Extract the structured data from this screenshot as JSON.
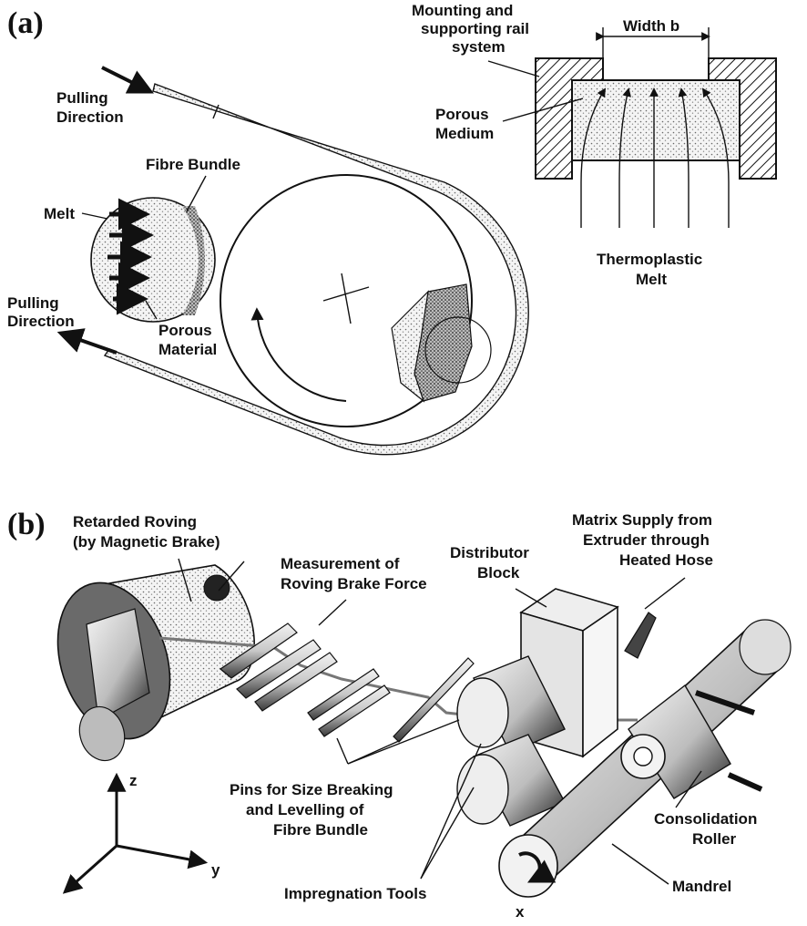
{
  "panel_a": {
    "label": "(a)",
    "pulling_direction_top": [
      "Pulling",
      "Direction"
    ],
    "pulling_direction_bottom": [
      "Pulling",
      "Direction"
    ],
    "fibre_bundle": "Fibre Bundle",
    "melt": "Melt",
    "porous_material": [
      "Porous",
      "Material"
    ],
    "mounting": [
      "Mounting and",
      "supporting rail",
      "system"
    ],
    "width": "Width b",
    "porous_medium": [
      "Porous",
      "Medium"
    ],
    "thermoplastic_melt": [
      "Thermoplastic",
      "Melt"
    ]
  },
  "panel_b": {
    "label": "(b)",
    "retarded_roving": [
      "Retarded Roving",
      "(by Magnetic Brake)"
    ],
    "measurement": [
      "Measurement of",
      "Roving Brake Force"
    ],
    "distributor": [
      "Distributor",
      "Block"
    ],
    "matrix_supply": [
      "Matrix Supply from",
      "Extruder through",
      "Heated Hose"
    ],
    "pins": [
      "Pins for Size Breaking",
      "and Levelling of",
      "Fibre Bundle"
    ],
    "consolidation": [
      "Consolidation",
      "Roller"
    ],
    "mandrel": "Mandrel",
    "impregnation": "Impregnation Tools",
    "axis_z": "z",
    "axis_y": "y",
    "axis_x": "x"
  }
}
